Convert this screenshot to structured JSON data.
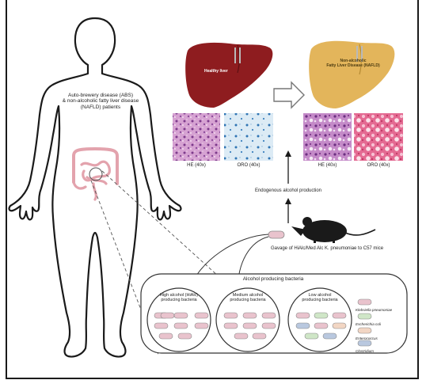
{
  "patient_label": [
    "Auto-brewery disease (ABS)",
    "& non-alcoholic fatty liver disease",
    "(NAFLD) patients"
  ],
  "healthy_liver_label": "Healthy liver",
  "nafld_liver_label": [
    "Non-alcoholic",
    "Fatty Liver Disease (NAFLD)"
  ],
  "histology_labels": {
    "he": "HE (40x)",
    "oro": "ORO (40x)"
  },
  "endogenous_label": "Endogenous alcohol production",
  "gavage_label": "Gavage of HiAlc/Med Alc K. pneumoniae to C57 mice",
  "bacteria_panel_title": "Alcohol producing bacteria",
  "groups": {
    "high": [
      "High alcohol (HiAlc)",
      "producing bacteria"
    ],
    "medium": [
      "Medium alcohol",
      "producing bacteria"
    ],
    "low": [
      "Low alcohol",
      "producing bacteria"
    ]
  },
  "legend": [
    {
      "name": "Klebsiella pneumoniae",
      "color": "#e9c3cd"
    },
    {
      "name": "Escherichia coli",
      "color": "#cfe6c7"
    },
    {
      "name": "Enterococcus",
      "color": "#f2d6c4"
    },
    {
      "name": "Clostridium",
      "color": "#b9c8df"
    }
  ],
  "colors": {
    "healthy_liver": "#8e1c1f",
    "nafld_liver": "#e3b55b",
    "he_stain": "#c890c8",
    "oro_normal": "#d6e8f4",
    "oro_fatty": "#e05a86",
    "intestine": "#e3a3ad"
  }
}
